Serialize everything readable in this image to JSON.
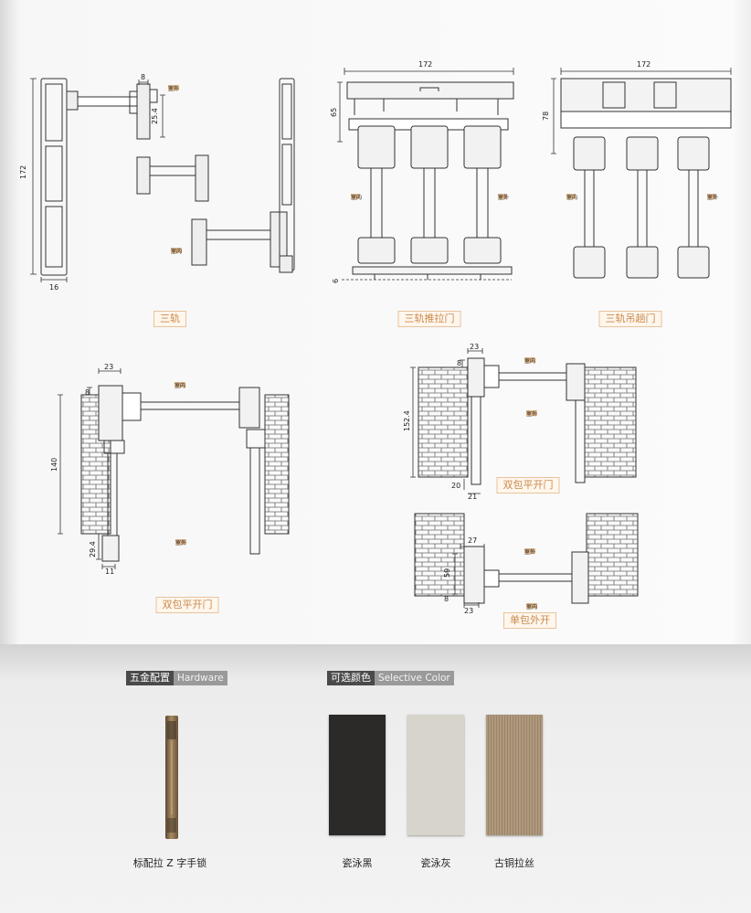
{
  "diagrams": {
    "three_track": {
      "caption": "三轨",
      "dims": {
        "height": "172",
        "flange": "8",
        "step": "25.4",
        "width": "16"
      },
      "side_labels": [
        "室外",
        "室内"
      ]
    },
    "three_track_sliding": {
      "caption": "三轨推拉门",
      "dims": {
        "width": "172",
        "height": "65",
        "bottom": "6"
      },
      "side_labels": [
        "室内",
        "室外"
      ]
    },
    "three_track_hanging": {
      "caption": "三轨吊趟门",
      "dims": {
        "width": "172",
        "height": "78"
      },
      "side_labels": [
        "室内",
        "室外"
      ]
    },
    "double_flat": {
      "caption": "双包平开门",
      "dims": {
        "top": "23",
        "flange": "8",
        "height": "140",
        "bottom": "29.4",
        "foot": "11"
      },
      "side_labels": [
        "室内",
        "室外"
      ]
    },
    "double_open": {
      "caption": "双包平开门",
      "dims": {
        "top": "23",
        "flange": "8",
        "height": "152.4",
        "bottom_a": "20",
        "bottom_b": "21"
      },
      "side_labels": [
        "室内",
        "室外"
      ]
    },
    "single_out": {
      "caption": "单包外开",
      "dims": {
        "top": "27",
        "step": "59",
        "flange": "8",
        "bottom": "23"
      },
      "side_labels": [
        "室外",
        "室内"
      ]
    }
  },
  "hardware": {
    "title_cn": "五金配置",
    "title_en": "Hardware",
    "item": "标配拉 Z 字手锁"
  },
  "colors": {
    "title_cn": "可选颜色",
    "title_en": "Selective Color",
    "items": [
      {
        "name": "瓷泳黑",
        "hex": "#2b2a29"
      },
      {
        "name": "瓷泳灰",
        "hex": "#d7d4cb"
      },
      {
        "name": "古铜拉丝",
        "hex": "#a58f74"
      }
    ]
  }
}
